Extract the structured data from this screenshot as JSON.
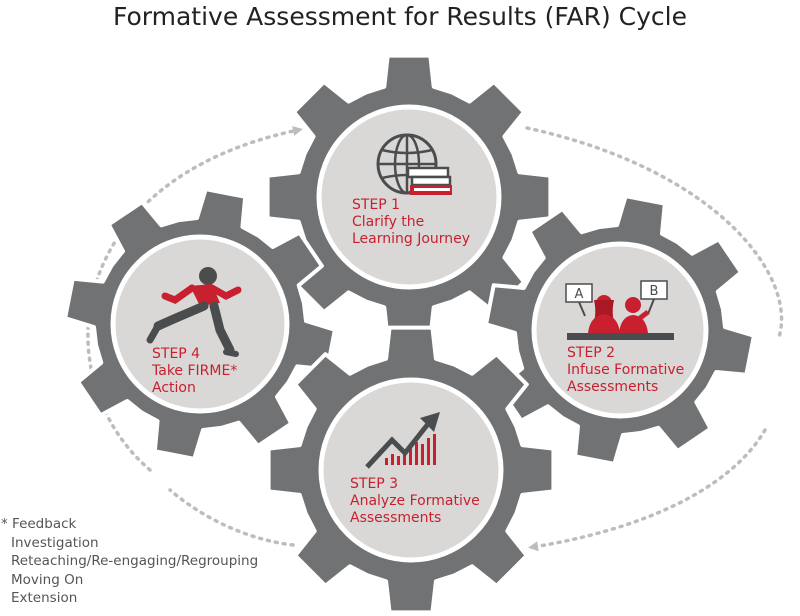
{
  "title": "Formative Assessment for Results (FAR) Cycle",
  "colors": {
    "gear": "#707274",
    "face": "#d9d8d6",
    "accent": "#c8202f",
    "dark": "#4a4c4e",
    "arrow": "#bdbdbd"
  },
  "steps": [
    {
      "icon": "globe-books-icon",
      "lines": [
        "STEP 1",
        "Clarify the",
        "Learning Journey"
      ]
    },
    {
      "icon": "students-answer-cards-icon",
      "card_a": "A",
      "card_b": "B",
      "lines": [
        "STEP 2",
        "Infuse Formative",
        "Assessments"
      ]
    },
    {
      "icon": "rising-chart-icon",
      "lines": [
        "STEP 3",
        "Analyze Formative",
        "Assessments"
      ]
    },
    {
      "icon": "running-person-icon",
      "lines": [
        "STEP 4",
        "Take FIRME*",
        "Action"
      ]
    }
  ],
  "footnote": {
    "lines": [
      "* Feedback",
      "Investigation",
      "Reteaching/Re-engaging/Regrouping",
      "Moving On",
      "Extension"
    ]
  }
}
